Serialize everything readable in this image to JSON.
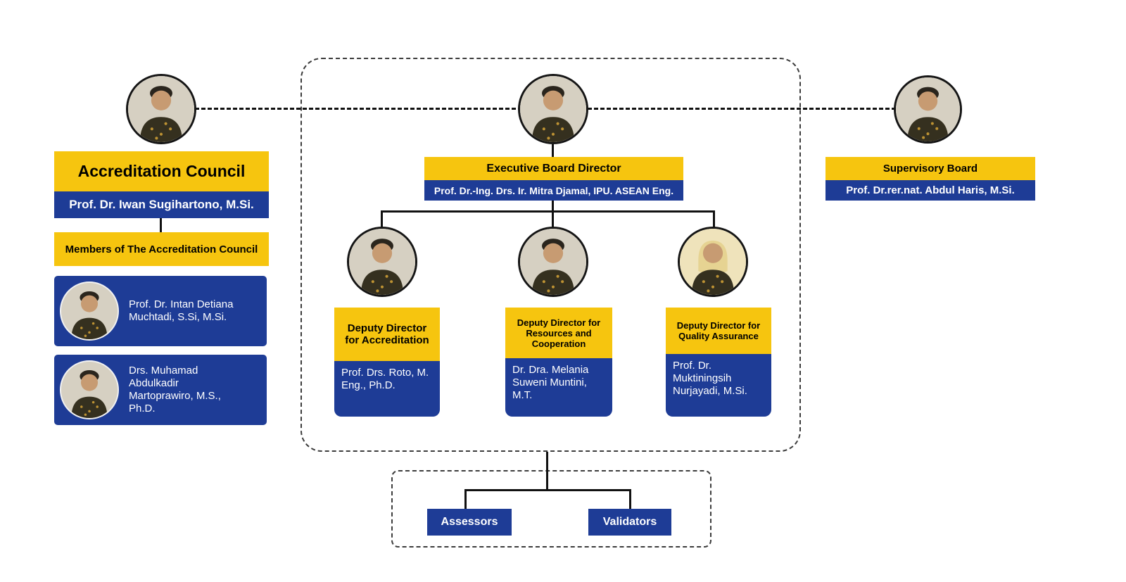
{
  "palette": {
    "yellow": "#F6C50F",
    "blue": "#1E3C96",
    "line": "#111111"
  },
  "accreditation_council": {
    "title": "Accreditation Council",
    "chair_name": "Prof. Dr. Iwan Sugihartono, M.Si.",
    "members_title": "Members of The Accreditation Council",
    "members": [
      {
        "name": "Prof. Dr. Intan Detiana Muchtadi, S.Si, M.Si."
      },
      {
        "name": "Drs. Muhamad Abdulkadir Martoprawiro, M.S., Ph.D."
      }
    ]
  },
  "executive_board": {
    "title": "Executive Board Director",
    "director_name": "Prof. Dr.-Ing. Drs. Ir. Mitra Djamal, IPU. ASEAN Eng.",
    "deputies": [
      {
        "title": "Deputy Director for Accreditation",
        "name": "Prof. Drs. Roto, M. Eng., Ph.D."
      },
      {
        "title": "Deputy Director for Resources and Cooperation",
        "name": "Dr. Dra. Melania Suweni Muntini, M.T."
      },
      {
        "title": "Deputy Director for Quality Assurance",
        "name": "Prof. Dr. Muktiningsih Nurjayadi, M.Si."
      }
    ]
  },
  "supervisory_board": {
    "title": "Supervisory Board",
    "name": "Prof. Dr.rer.nat. Abdul Haris, M.Si."
  },
  "bottom_groups": {
    "assessors_label": "Assessors",
    "validators_label": "Validators"
  }
}
